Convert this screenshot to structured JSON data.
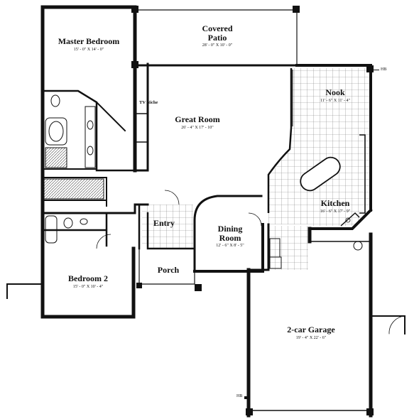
{
  "rooms": {
    "master_bedroom": {
      "name": "Master Bedroom",
      "dim": "15' - 0\" X 14' - 0\""
    },
    "covered_patio": {
      "name_line1": "Covered",
      "name_line2": "Patio",
      "dim": "28' - 0\" X 10' - 0\""
    },
    "nook": {
      "name": "Nook",
      "dim": "11' - 6\" X 11' - 4\""
    },
    "great_room": {
      "name": "Great Room",
      "dim": "26' - 4\" X 17' - 10\""
    },
    "kitchen": {
      "name": "Kitchen",
      "dim": "16' - 6\" X 17' - 9\""
    },
    "entry": {
      "name": "Entry"
    },
    "dining_room": {
      "name_line1": "Dining",
      "name_line2": "Room",
      "dim": "12' - 6\" X 8' - 5\""
    },
    "porch": {
      "name": "Porch"
    },
    "bedroom2": {
      "name": "Bedroom 2",
      "dim": "15' - 0\" X 10' - 4\""
    },
    "garage": {
      "name": "2-car Garage",
      "dim": "19' - 4\" X 22' - 6\""
    }
  },
  "annotations": {
    "tv_niche": "TV Niche",
    "hb_right": "HB",
    "hb_garage": "HB"
  },
  "colors": {
    "wall": "#111111",
    "tile": "#7a7a7a",
    "paper": "#ffffff"
  }
}
